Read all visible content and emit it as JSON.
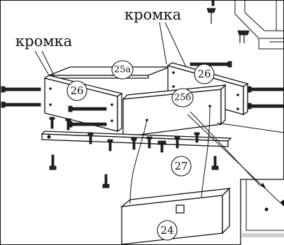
{
  "labels": {
    "edge_left": "кромка",
    "edge_top": "кромка"
  },
  "parts": {
    "p25a": "25а",
    "p26_left": "26",
    "p26_right": "26",
    "p25b": "25б",
    "p27": "27",
    "p24": "24"
  }
}
